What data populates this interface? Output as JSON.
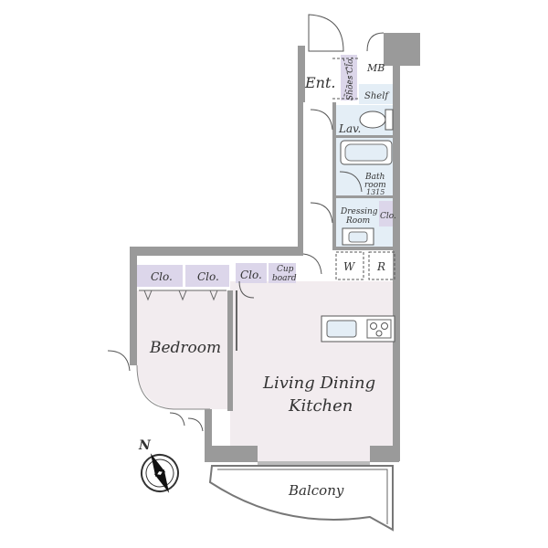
{
  "colors": {
    "wall": "#9a9a9a",
    "living_floor": "#f2ecef",
    "wet_area_floor": "#e4eef6",
    "closet_fill": "#dcd6ea",
    "balcony_fill": "#ffffff"
  },
  "rooms": {
    "entrance": "Ent.",
    "shoes_closet": "Shoes Clo.",
    "meter_box": "MB",
    "shelf": "Shelf",
    "lavatory": "Lav.",
    "bathroom_line1": "Bath",
    "bathroom_line2": "room",
    "bathroom_size": "1315",
    "dressing_line1": "Dressing",
    "dressing_line2": "Room",
    "dressing_closet": "Clo.",
    "washer": "W",
    "refrigerator": "R",
    "cupboard_line1": "Cup",
    "cupboard_line2": "board",
    "closet_1": "Clo.",
    "closet_2": "Clo.",
    "closet_3": "Clo.",
    "bedroom": "Bedroom",
    "ldk_line1": "Living Dining",
    "ldk_line2": "Kitchen",
    "balcony": "Balcony",
    "north": "N"
  },
  "icons": [
    "compass-icon",
    "toilet-icon",
    "bathtub-icon",
    "sink-icon",
    "stove-icon",
    "door-swing-icon"
  ]
}
